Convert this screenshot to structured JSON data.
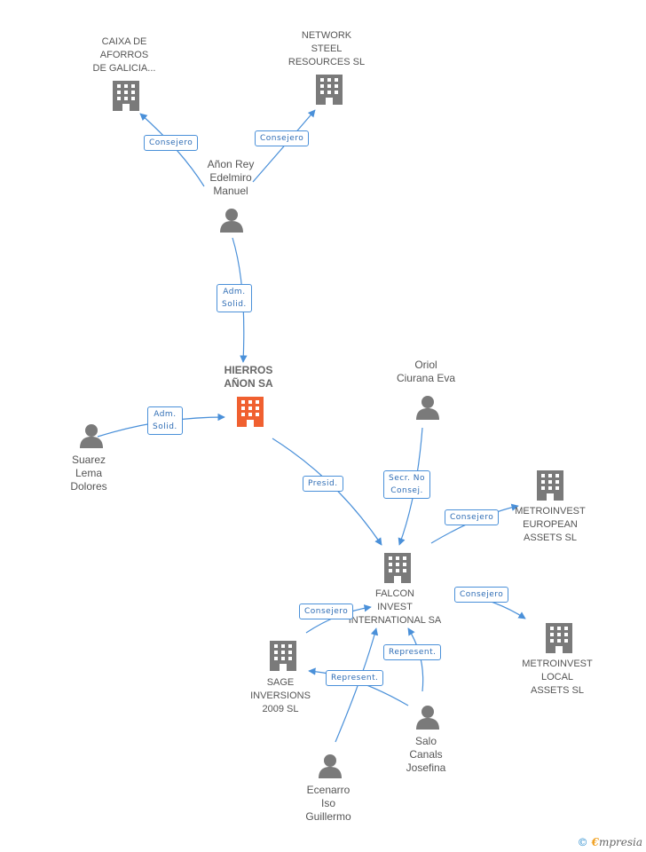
{
  "colors": {
    "edge": "#4a90d9",
    "node": "#7a7a7a",
    "main": "#f06030",
    "label": "#2f6db5"
  },
  "nodes": {
    "caixa": {
      "label": "CAIXA DE\nAFORROS\nDE GALICIA...",
      "icon": "building-icon"
    },
    "network": {
      "label": "NETWORK\nSTEEL\nRESOURCES  SL",
      "icon": "building-icon"
    },
    "anon": {
      "label": "Añon Rey\nEdelmiro\nManuel",
      "icon": "person-icon"
    },
    "hierros": {
      "label": "HIERROS\nAÑON SA",
      "icon": "building-icon"
    },
    "suarez": {
      "label": "Suarez\nLema\nDolores",
      "icon": "person-icon"
    },
    "oriol": {
      "label": "Oriol\nCiurana Eva",
      "icon": "person-icon"
    },
    "metro_eu": {
      "label": "METROINVEST\nEUROPEAN\nASSETS SL",
      "icon": "building-icon"
    },
    "falcon": {
      "label": "FALCON\nINVEST\nINTERNATIONAL SA",
      "icon": "building-icon"
    },
    "metro_local": {
      "label": "METROINVEST\nLOCAL\nASSETS SL",
      "icon": "building-icon"
    },
    "sage": {
      "label": "SAGE\nINVERSIONS\n2009 SL",
      "icon": "building-icon"
    },
    "salo": {
      "label": "Salo\nCanals\nJosefina",
      "icon": "person-icon"
    },
    "ecenarro": {
      "label": "Ecenarro\nIso\nGuillermo",
      "icon": "person-icon"
    }
  },
  "edges": {
    "e1": "Consejero",
    "e2": "Consejero",
    "e3": "Adm.\nSolid.",
    "e4": "Adm.\nSolid.",
    "e5": "Presid.",
    "e6": "Secr. No\nConsej.",
    "e7": "Consejero",
    "e8": "Consejero",
    "e9": "Consejero",
    "e10": "Represent.",
    "e11": "Represent."
  },
  "footer": {
    "copyright": "©",
    "brand_first": "€",
    "brand_rest": "mpresia"
  }
}
